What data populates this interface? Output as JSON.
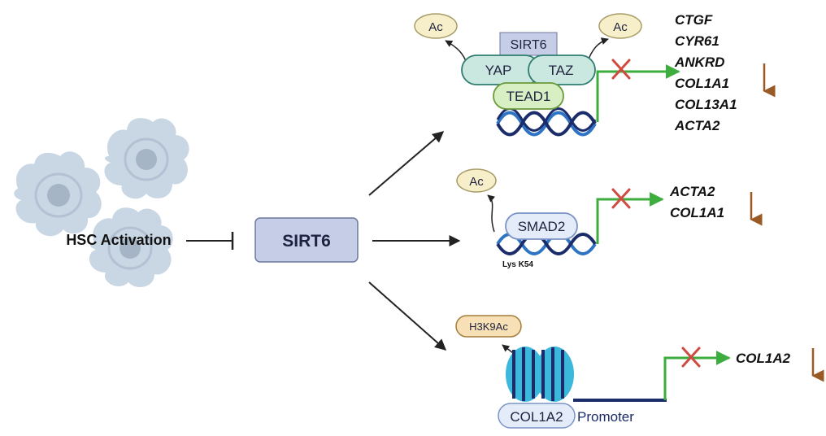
{
  "left": {
    "hsc_label": "HSC Activation",
    "sirt6_box": "SIRT6"
  },
  "pathway_yap_taz": {
    "ac_left": "Ac",
    "ac_right": "Ac",
    "sirt6": "SIRT6",
    "yap": "YAP",
    "taz": "TAZ",
    "tead1": "TEAD1",
    "genes": [
      "CTGF",
      "CYR61",
      "ANKRD",
      "COL1A1",
      "COL13A1",
      "ACTA2"
    ]
  },
  "pathway_smad2": {
    "ac": "Ac",
    "smad2": "SMAD2",
    "site_label": "Lys K54",
    "genes": [
      "ACTA2",
      "COL1A1"
    ]
  },
  "pathway_h3k9": {
    "mark": "H3K9Ac",
    "gene_box": "COL1A2",
    "promoter": "Promoter",
    "genes": [
      "COL1A2"
    ]
  },
  "colors": {
    "cell_fill": "#c9d6e4",
    "sirt6_box_fill": "#c6cde6",
    "yap_taz_fill": "#cbe8e0",
    "tead1_fill": "#d8efc4",
    "smad2_fill": "#e4ecfa",
    "acetyl_fill": "#f7efc9",
    "h3k9_fill": "#f7dfb6",
    "green_arrow": "#3dad3d",
    "block_x": "#d04a40",
    "down_arrow": "#9a5a26",
    "dna_dark": "#1b2c6b",
    "dna_light": "#2f73c4",
    "nucleosome": "#3bb8dc"
  }
}
